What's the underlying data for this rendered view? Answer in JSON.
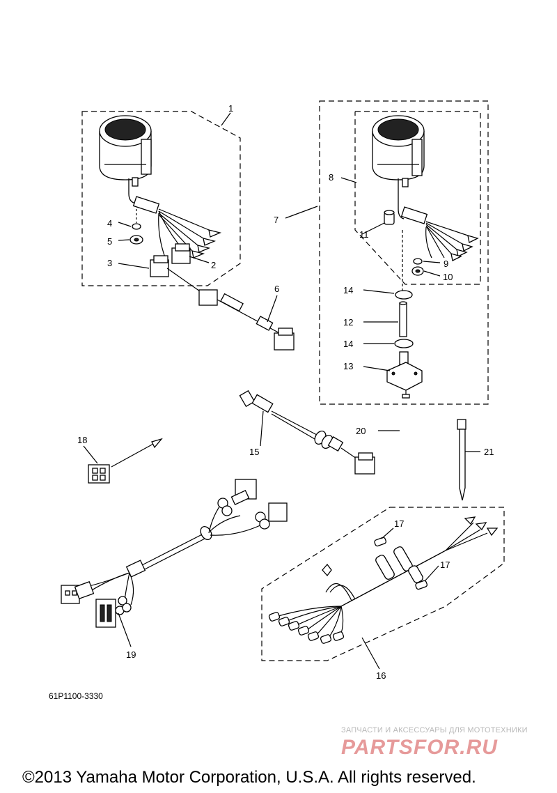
{
  "diagram": {
    "part_labels": {
      "p1": "1",
      "p2": "2",
      "p3": "3",
      "p4": "4",
      "p5": "5",
      "p6": "6",
      "p7": "7",
      "p8": "8",
      "p9": "9",
      "p10": "10",
      "p11": "11",
      "p12": "12",
      "p13": "13",
      "p14a": "14",
      "p14b": "14",
      "p15": "15",
      "p16": "16",
      "p17a": "17",
      "p17b": "17",
      "p18": "18",
      "p19": "19",
      "p20": "20",
      "p21": "21"
    },
    "drawing_code": "61P1100-3330"
  },
  "watermark": {
    "tagline": "ЗАПЧАСТИ И АКСЕССУАРЫ ДЛЯ МОТОТЕХНИКИ",
    "logo": "PARTSFOR.RU"
  },
  "footer": {
    "copyright": "©2013 Yamaha Motor Corporation, U.S.A. All rights reserved."
  }
}
